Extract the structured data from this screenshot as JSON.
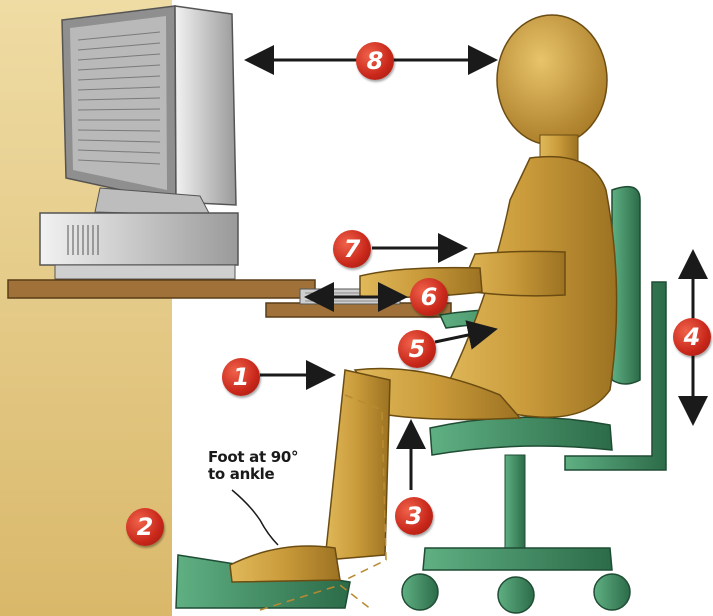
{
  "callouts": [
    {
      "id": "1",
      "label": "1"
    },
    {
      "id": "2",
      "label": "2"
    },
    {
      "id": "3",
      "label": "3"
    },
    {
      "id": "4",
      "label": "4"
    },
    {
      "id": "5",
      "label": "5"
    },
    {
      "id": "6",
      "label": "6"
    },
    {
      "id": "7",
      "label": "7"
    },
    {
      "id": "8",
      "label": "8"
    }
  ],
  "foot_annotation": {
    "line1": "Foot at 90°",
    "line2": "to ankle"
  },
  "colors": {
    "wall": "#e3c57e",
    "desk": "#a0723a",
    "figure": "#c79a3a",
    "chair": "#3f8f63",
    "monitor": "#d6d6d6",
    "badge": "#d2321f"
  },
  "icons": [
    "monitor",
    "computer-case",
    "keyboard",
    "office-chair",
    "footrest",
    "mannequin",
    "double-arrow"
  ]
}
